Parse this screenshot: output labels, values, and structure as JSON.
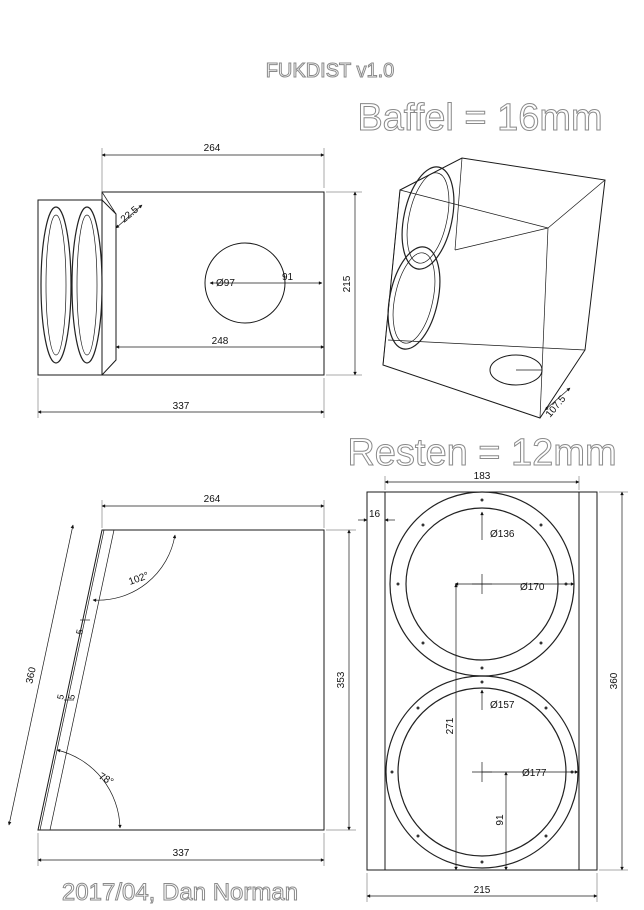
{
  "title": "FUKDIST v1.0",
  "baffle_label": "Baffel = 16mm",
  "rest_label": "Resten = 12mm",
  "footer": "2017/04, Dan Norman",
  "top_view": {
    "dim_top": "264",
    "dim_chamfer": "22.5",
    "dim_port": "Ø97",
    "dim_port_offset": "91",
    "dim_inner": "248",
    "dim_height": "215",
    "dim_total": "337"
  },
  "iso_view": {
    "dim_port": "107.5"
  },
  "side_view": {
    "dim_top": "264",
    "dim_angle_top": "102°",
    "dim_slot_a": "5",
    "dim_slot_b": "5",
    "dim_slot_c": "5",
    "dim_slant": "360",
    "dim_height": "353",
    "dim_angle_bottom": "78°",
    "dim_bottom": "337"
  },
  "front_view": {
    "dim_inner_width": "183",
    "dim_offset": "16",
    "dim_hole_top": "Ø136",
    "dim_ring_top": "Ø170",
    "dim_hole_bottom": "Ø157",
    "dim_ring_bottom": "Ø177",
    "dim_center_dist": "271",
    "dim_bottom_center": "91",
    "dim_height": "360",
    "dim_width": "215"
  }
}
